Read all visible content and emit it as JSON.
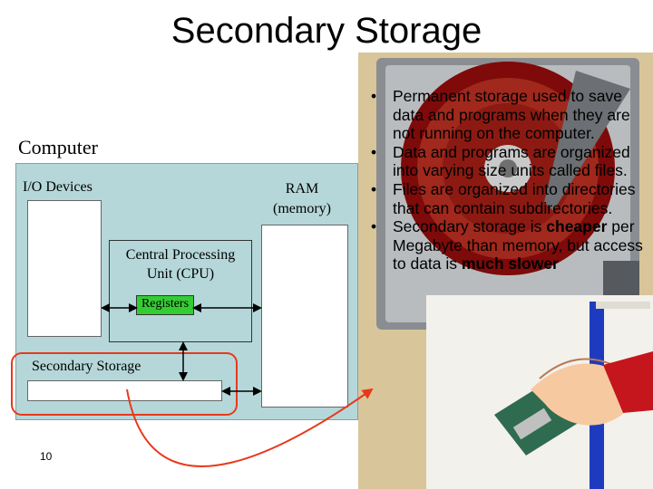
{
  "slide": {
    "title": "Secondary Storage",
    "page_number": "10"
  },
  "diagram": {
    "computer_label": "Computer",
    "io_devices_label": "I/O Devices",
    "ram_label_line1": "RAM",
    "ram_label_line2": "(memory)",
    "cpu_label_line1": "Central Processing",
    "cpu_label_line2": "Unit (CPU)",
    "registers_label": "Registers",
    "secondary_storage_label": "Secondary Storage",
    "colors": {
      "computer_bg": "#b5d7d9",
      "registers": "#33cc33",
      "highlight": "#e8391c"
    }
  },
  "bullets": [
    {
      "text": "Permanent storage used to save data and programs when they are not running on the computer."
    },
    {
      "text": "Data and programs are organized into varying size units called files."
    },
    {
      "text": "Files are organized into directories that can contain subdirectories."
    },
    {
      "parts": [
        "Secondary storage is ",
        "cheaper",
        " per Megabyte than memory, but access to data is ",
        "much slower"
      ]
    }
  ],
  "illustration": {
    "icons": [
      "hard-disk-icon",
      "floppy-disk-hand-icon"
    ]
  }
}
